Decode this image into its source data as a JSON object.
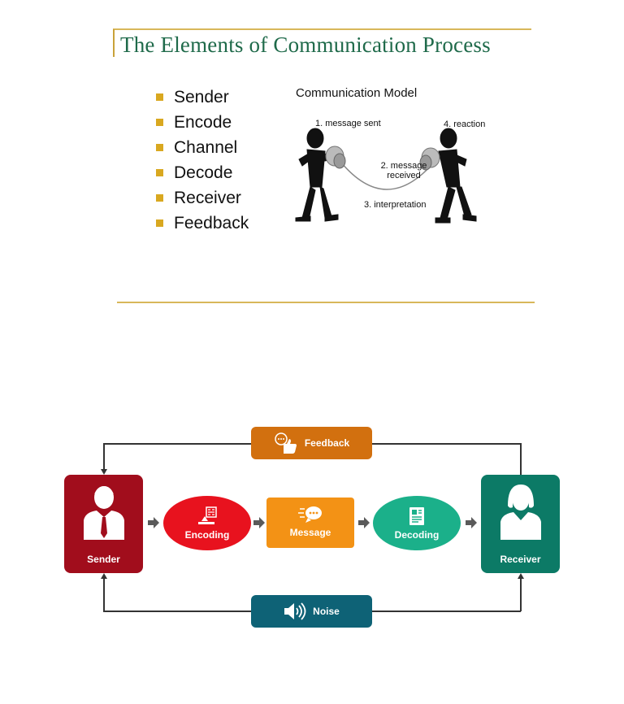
{
  "slide": {
    "title": "The Elements of Communication Process",
    "bullets": [
      "Sender",
      "Encode",
      "Channel",
      "Decode",
      "Receiver",
      "Feedback"
    ],
    "model": {
      "title": "Communication Model",
      "labels": {
        "step1": "1. message sent",
        "step2_line1": "2. message",
        "step2_line2": "received",
        "step3": "3. interpretation",
        "step4": "4. reaction"
      }
    }
  },
  "diagram": {
    "sender": "Sender",
    "encoding": "Encoding",
    "message": "Message",
    "decoding": "Decoding",
    "receiver": "Receiver",
    "feedback": "Feedback",
    "noise": "Noise",
    "colors": {
      "sender": "#a10d1c",
      "encoding": "#e8121e",
      "message": "#f39215",
      "decoding": "#1bb08a",
      "receiver": "#0c7a66",
      "feedback": "#d2700f",
      "noise": "#0e6276"
    }
  }
}
